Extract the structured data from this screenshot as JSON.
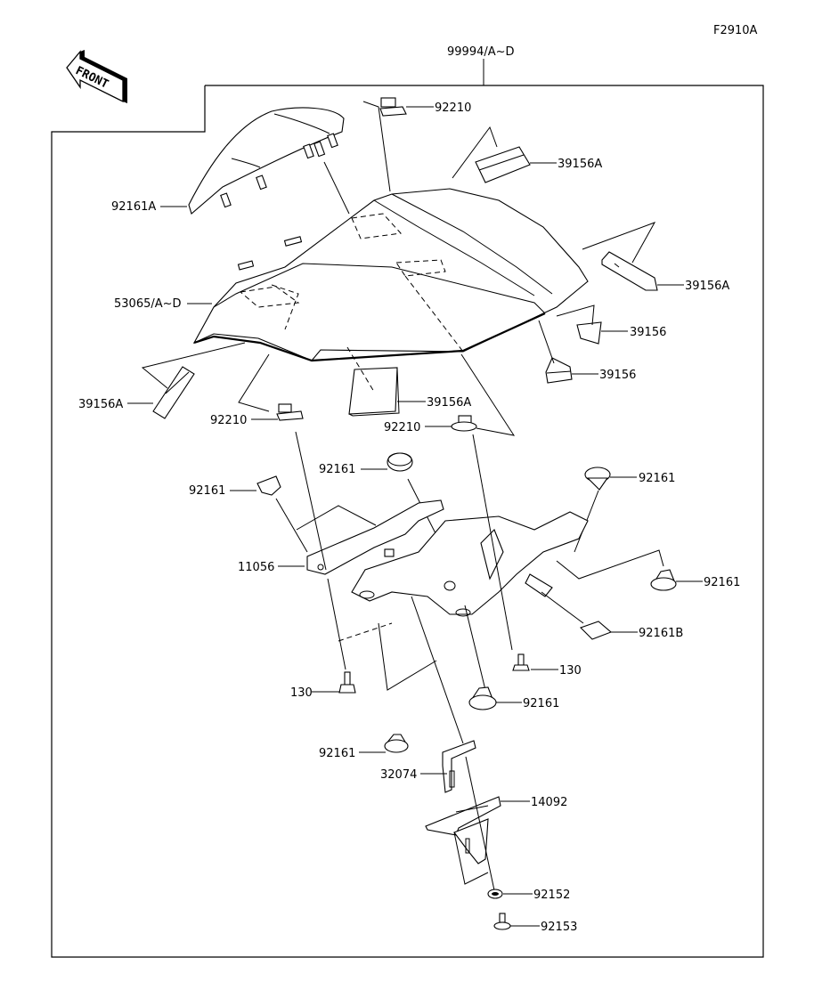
{
  "diagram": {
    "figure_code": "F2910A",
    "front_indicator": "FRONT",
    "kit_label": "99994/A~D",
    "labels": {
      "cowl_main": "53065/A~D",
      "cowl_pad_top": "92161A",
      "clip_top": "92210",
      "clip_left": "92210",
      "clip_right": "92210",
      "tape_top": "39156A",
      "tape_right": "39156A",
      "tape_left": "39156A",
      "tape_center": "39156A",
      "pad_small_1": "39156",
      "pad_small_2": "39156",
      "damper_left": "92161",
      "damper_center": "92161",
      "damper_right_top": "92161",
      "damper_right": "92161",
      "damper_bottom_right": "92161",
      "damper_bottom_left": "92161",
      "damper_b": "92161B",
      "bracket": "11056",
      "bolt_left": "130",
      "bolt_right": "130",
      "stay": "32074",
      "plate": "14092",
      "collar": "92152",
      "screw": "92153"
    }
  }
}
